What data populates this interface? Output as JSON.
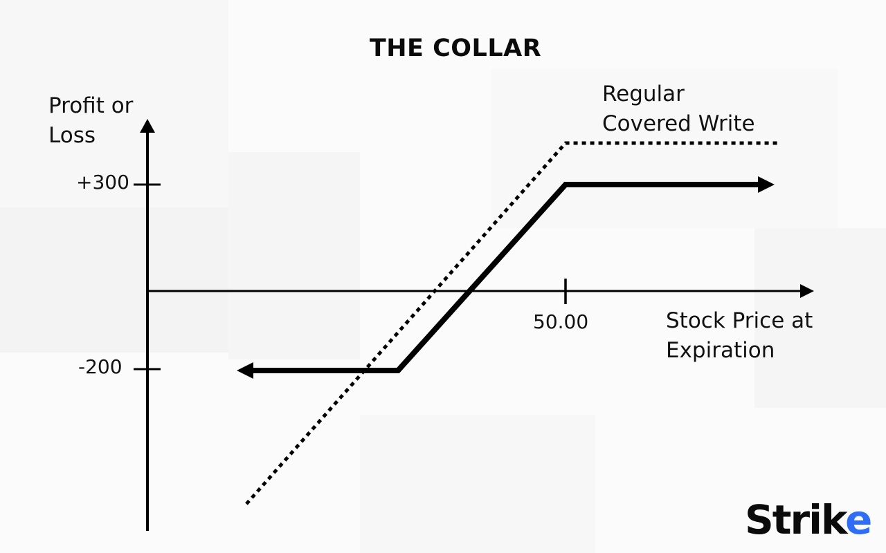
{
  "title": "THE COLLAR",
  "chart_data": {
    "type": "line",
    "title": "THE COLLAR",
    "xlabel": "Stock Price at Expiration",
    "ylabel": "Profit or Loss",
    "x_ticks": [
      {
        "label": "50.00",
        "value": 50
      }
    ],
    "y_ticks": [
      {
        "label": "+300",
        "value": 300
      },
      {
        "label": "-200",
        "value": -200
      }
    ],
    "grid": false,
    "series": [
      {
        "name": "Collar",
        "style": "solid",
        "description": "Capped loss of -200 below the put strike, rising to capped profit of +300 at 50.00 and above",
        "points": [
          [
            "low",
            -200
          ],
          [
            44.2,
            -200
          ],
          [
            50,
            300
          ],
          [
            "high",
            300
          ]
        ]
      },
      {
        "name": "Regular Covered Write",
        "style": "dotted",
        "description": "Unlimited downside, profit capped at about +450 at 50.00 and above",
        "points": [
          [
            "low",
            -650
          ],
          [
            50,
            450
          ],
          [
            "high",
            450
          ]
        ]
      }
    ],
    "legend": [
      {
        "label": "Regular Covered Write",
        "style": "dotted",
        "position": "top-right"
      }
    ]
  },
  "labels": {
    "y_axis_line1": "Profit or",
    "y_axis_line2": "Loss",
    "x_axis_line1": "Stock Price at",
    "x_axis_line2": "Expiration",
    "legend_line1": "Regular",
    "legend_line2": "Covered Write",
    "tick_plus300": "+300",
    "tick_minus200": "-200",
    "tick_50": "50.00"
  },
  "brand": {
    "logo_main": "Stri",
    "logo_k": "k",
    "logo_e": "e",
    "accent_color": "#2f6df6",
    "text_color": "#0b0b0b"
  }
}
